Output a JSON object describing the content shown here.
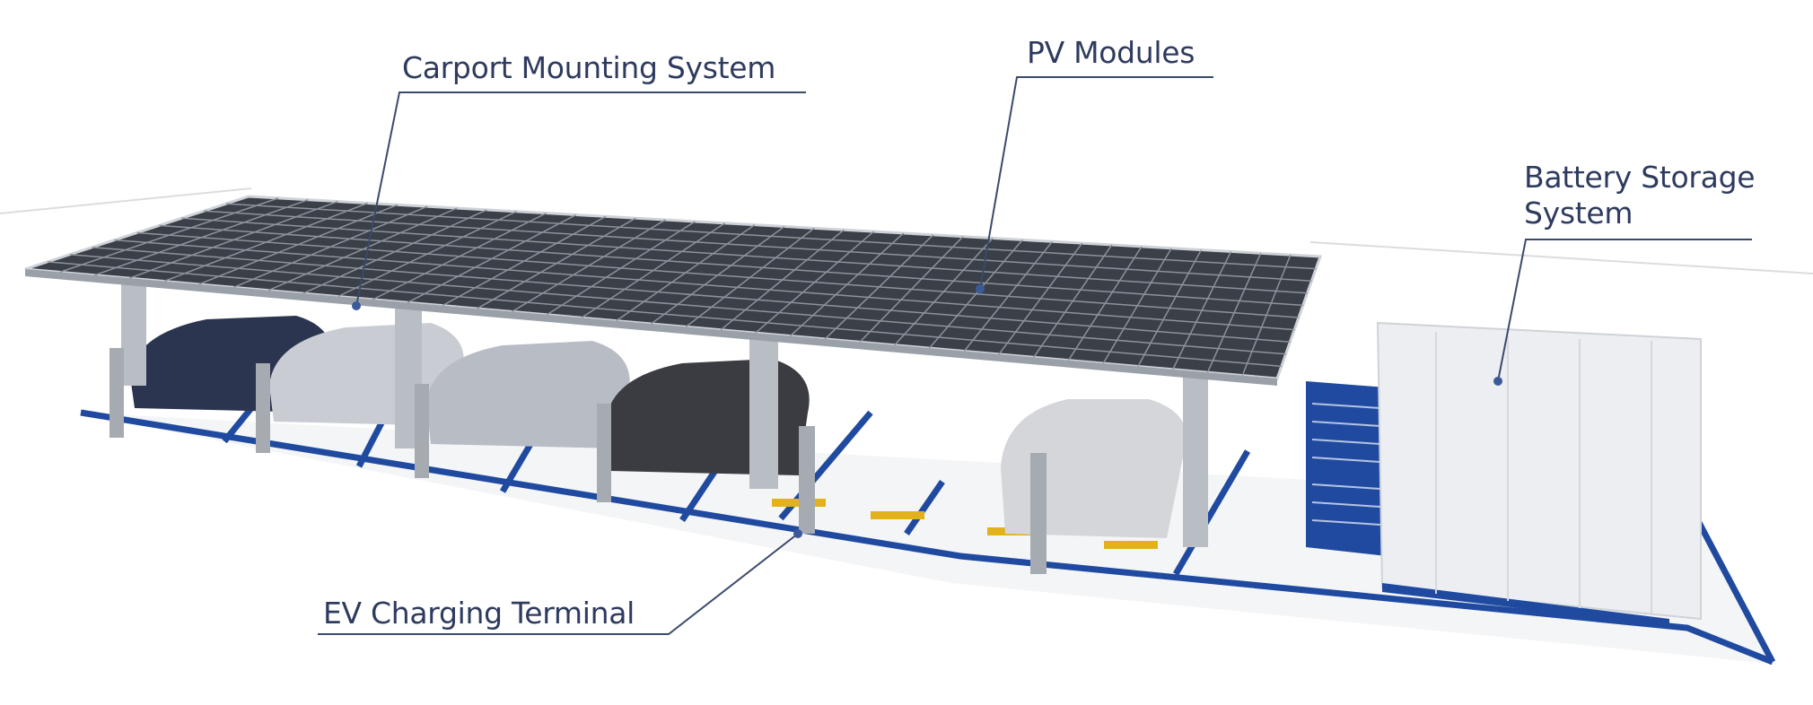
{
  "title": "Solar carport with EV charging and battery storage",
  "labels": {
    "carport": "Carport Mounting System",
    "pv": "PV Modules",
    "battery_line1": "Battery Storage",
    "battery_line2": "System",
    "ev": "EV Charging Terminal"
  },
  "colors": {
    "label_text": "#2e3b5e",
    "parking_line": "#1f4aa0",
    "panel": "#3a3f48"
  }
}
